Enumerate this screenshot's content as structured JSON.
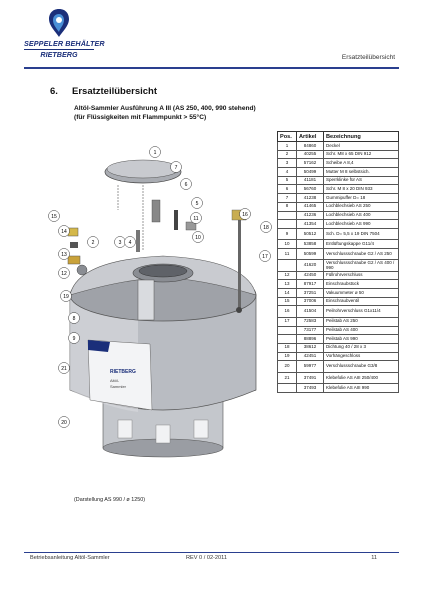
{
  "logo": {
    "line1": "SEPPELER BEHÄLTER",
    "line2": "RIETBERG",
    "colors": {
      "brand": "#1b2f7a",
      "accent": "#4a8fd6"
    }
  },
  "header": {
    "right_title": "Ersatzteilübersicht"
  },
  "section": {
    "number": "6.",
    "title": "Ersatzteilübersicht"
  },
  "subtitle": {
    "line1": "Altöl-Sammler Ausführung A III (AS 250, 400, 990 stehend)",
    "line2": "(für Flüssigkeiten mit Flammpunkt > 55°C)"
  },
  "table": {
    "headers": [
      "Pos.",
      "Artikel",
      "Bezeichnung"
    ],
    "rows": [
      [
        "1",
        "84860",
        "Deckel"
      ],
      [
        "2",
        "40255",
        "Schr. M8 x 65 DIN 912"
      ],
      [
        "3",
        "57162",
        "Scheibe A 8,4"
      ],
      [
        "4",
        "50499",
        "Mutter M 8 selbstsich."
      ],
      [
        "5",
        "41181",
        "Sperrklinke für AS"
      ],
      [
        "6",
        "56760",
        "Schr. M 8 x 20 DIN 933"
      ],
      [
        "7",
        "41238",
        "Gummipuffer D= 18"
      ],
      [
        "8",
        "41465",
        "Lochblechsieb AS 250"
      ],
      [
        "",
        "41236",
        "Lochblechsieb AS 400"
      ],
      [
        "",
        "41354",
        "Lochblechsieb AS 990"
      ],
      [
        "9",
        "50512",
        "Sch. D= 5,5 x 19 DIN 7504"
      ],
      [
        "10",
        "53858",
        "Entlüftungskappe G11/4"
      ],
      [
        "11",
        "50599",
        "Verschlussschraube G2 / AS 250"
      ],
      [
        "",
        "41620",
        "Verschlussschraube G2 / AS 400 / 990"
      ],
      [
        "12",
        "42450",
        "Füllrohrverschluss"
      ],
      [
        "13",
        "87917",
        "Einschraubstück"
      ],
      [
        "14",
        "37251",
        "Vakuummeter ø 50"
      ],
      [
        "15",
        "37006",
        "Einschraubventil"
      ],
      [
        "16",
        "41504",
        "Peilrohrverschluss G1x11/4"
      ],
      [
        "17",
        "72583",
        "Peilstab AS 250"
      ],
      [
        "",
        "73177",
        "Peilstab AS 400"
      ],
      [
        "",
        "88896",
        "Peilstab AS 990"
      ],
      [
        "18",
        "38612",
        "Dichtung 40 / 28 x 3"
      ],
      [
        "19",
        "42451",
        "Vorhängeschloss"
      ],
      [
        "20",
        "59977",
        "Verschlussschraube G3/8"
      ],
      [
        "21",
        "37491",
        "Klebefolie AS AIII 250/400"
      ],
      [
        "",
        "37493",
        "Klebefolie AS AIII 990"
      ]
    ]
  },
  "drawing": {
    "callouts": [
      "1",
      "2",
      "3",
      "4",
      "5",
      "6",
      "7",
      "8",
      "9",
      "10",
      "11",
      "12",
      "13",
      "14",
      "15",
      "16",
      "17",
      "18",
      "19",
      "20",
      "21"
    ],
    "label_brand": "RIETBERG",
    "label_line1": "Altöl-",
    "label_line2": "Sammler",
    "colors": {
      "body": "#b9bcc2",
      "dark": "#6e7178",
      "light": "#e2e4e8"
    }
  },
  "caption": "(Darstellung AS 990 / ø 1250)",
  "footer": {
    "left": "Betriebsanleitung Altöl-Sammler",
    "mid": "REV 0 / 02-2011",
    "page": "11"
  }
}
